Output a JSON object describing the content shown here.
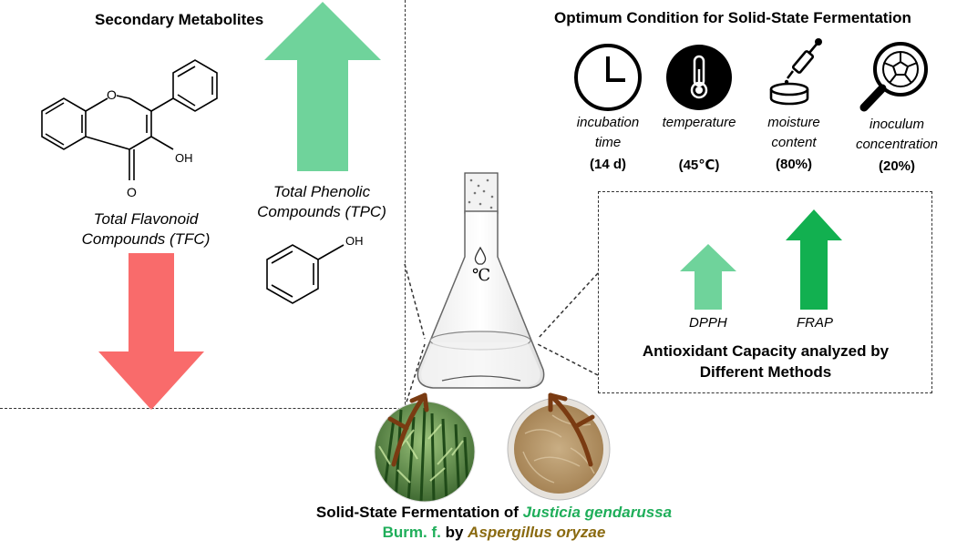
{
  "secondary": {
    "title": "Secondary Metabolites",
    "tfc_line1": "Total Flavonoid",
    "tfc_line2": "Compounds (TFC)",
    "tpc_line1": "Total Phenolic",
    "tpc_line2": "Compounds (TPC)",
    "oh_flavonol": "OH",
    "oh_phenol": "OH",
    "ring_o": "O",
    "keto_o": "O"
  },
  "conditions": {
    "title": "Optimum Condition for Solid-State Fermentation",
    "items": [
      {
        "label1": "incubation",
        "label2": "time",
        "value": "(14 d)",
        "icon": "clock-icon"
      },
      {
        "label1": "temperature",
        "label2": "",
        "value": "(45℃)",
        "icon": "thermometer-icon"
      },
      {
        "label1": "moisture",
        "label2": "content",
        "value": "(80%)",
        "icon": "dropper-dish-icon"
      },
      {
        "label1": "inoculum",
        "label2": "concentration",
        "value": "(20%)",
        "icon": "magnifier-spore-icon"
      }
    ]
  },
  "antioxidant": {
    "dpph": "DPPH",
    "frap": "FRAP",
    "title_line1": "Antioxidant Capacity analyzed by",
    "title_line2": "Different Methods"
  },
  "flask": {
    "temp_symbol": "℃"
  },
  "caption": {
    "part1": "Solid-State Fermentation of ",
    "species": "Justicia gendarussa",
    "authority": "Burm. f.",
    "by": " by ",
    "fungus": "Aspergillus oryzae"
  },
  "colors": {
    "green_arrow": "#6fd39b",
    "dark_green_arrow": "#12b050",
    "red_arrow": "#f96b6b",
    "species_green": "#1fae5a",
    "fungus_brown": "#8a6a10",
    "root_brown": "#7a3b12"
  }
}
